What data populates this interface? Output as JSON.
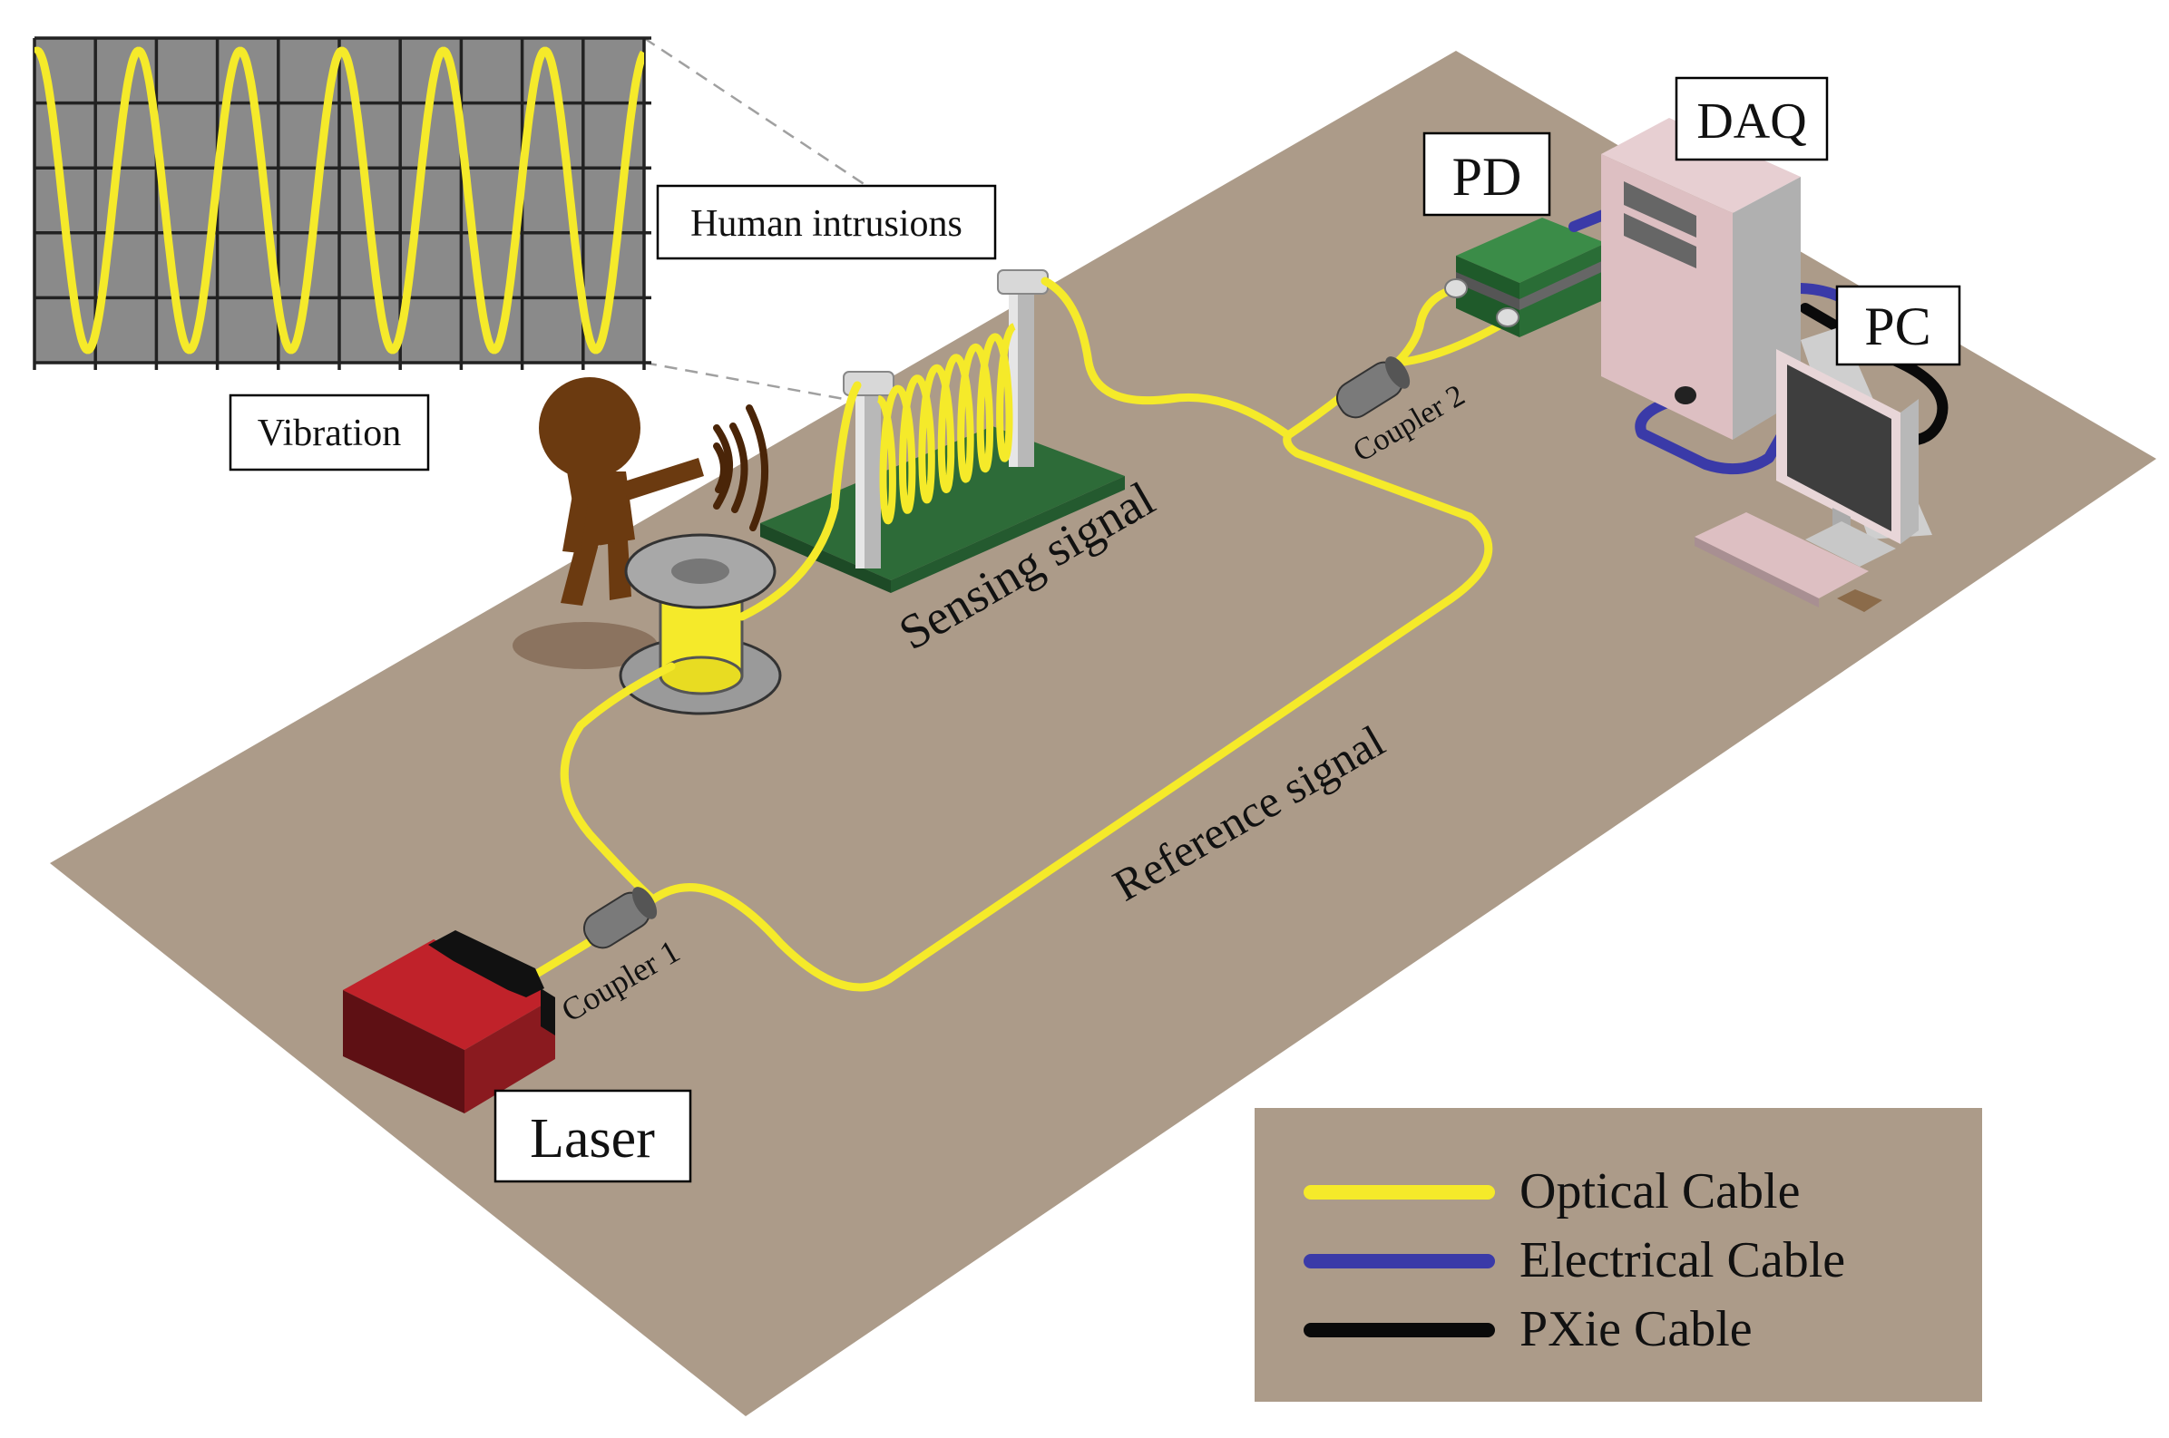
{
  "labels": {
    "human_intrusions": "Human intrusions",
    "vibration": "Vibration",
    "pd": "PD",
    "daq": "DAQ",
    "pc": "PC",
    "laser": "Laser",
    "coupler1": "Coupler 1",
    "coupler2": "Coupler 2",
    "sensing_signal": "Sensing signal",
    "reference_signal": "Reference signal"
  },
  "legend": {
    "items": [
      {
        "label": "Optical Cable",
        "color": "#f5ea2a"
      },
      {
        "label": "Electrical Cable",
        "color": "#3a3aa8"
      },
      {
        "label": "PXie Cable",
        "color": "#0a0a0a"
      }
    ]
  },
  "colors": {
    "floor": "#ac9b89",
    "optical": "#f5ea2a",
    "electrical": "#3a3aa8",
    "pxie": "#0a0a0a",
    "laser": "#c0222a",
    "pd": "#2f7a3c",
    "daq": "#ddbfc2",
    "human": "#6b3a10",
    "board": "#2d6b38",
    "scope_bg": "#8a8a8a"
  },
  "icons": [
    "human-icon",
    "vibration-waves-icon",
    "fiber-spool-icon",
    "laser-icon",
    "photodetector-icon",
    "daq-icon",
    "monitor-icon",
    "keyboard-icon",
    "mouse-icon"
  ]
}
